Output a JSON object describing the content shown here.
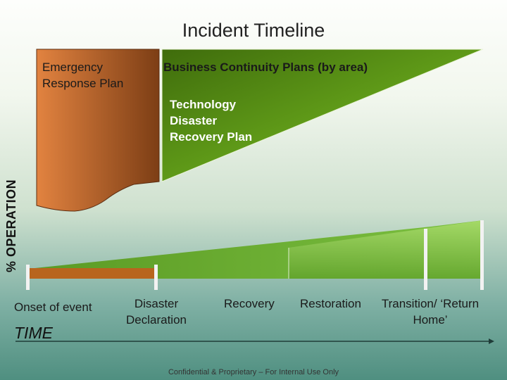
{
  "title": "Incident Timeline",
  "y_axis_label": "% OPERATION",
  "x_axis_label": "TIME",
  "plans": {
    "emergency": "Emergency Response Plan",
    "business": "Business Continuity Plans (by area)",
    "technology": "Technology Disaster Recovery Plan"
  },
  "milestones": [
    "Onset of event",
    "Disaster Declaration",
    "Recovery",
    "Restoration",
    "Transition/ ‘Return Home’"
  ],
  "footer": "Confidential & Proprietary – For Internal Use Only",
  "colors": {
    "orange": "#c9692a",
    "green": "#4f8a12",
    "light_green": "#8ed04a"
  }
}
